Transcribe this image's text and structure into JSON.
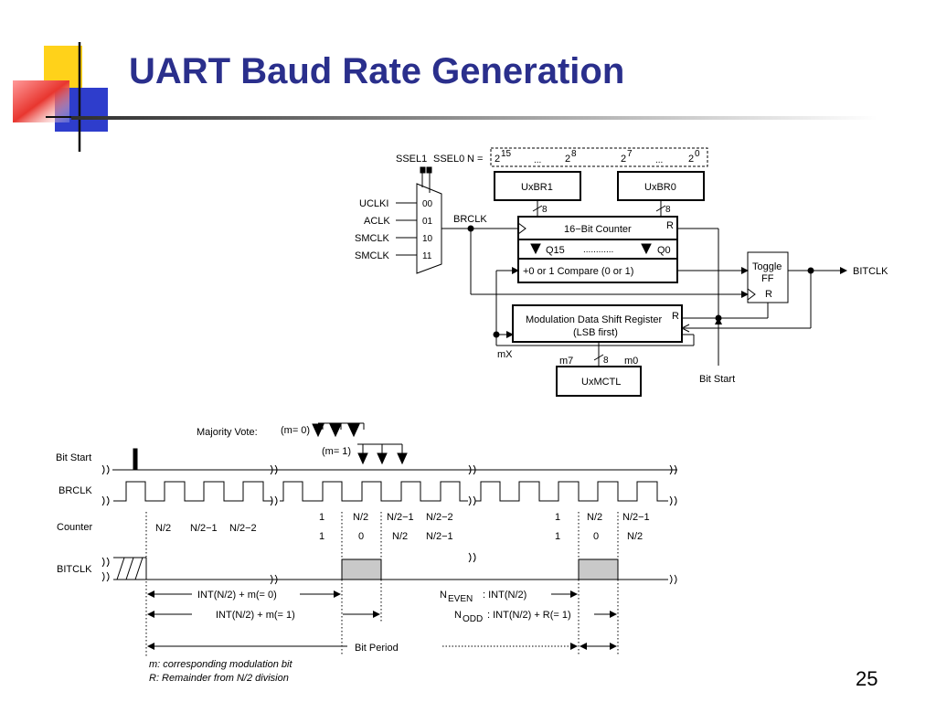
{
  "slide": {
    "title": "UART Baud Rate Generation",
    "page_number": "25",
    "colors": {
      "title": "#2a2f8c",
      "logo_yellow": "#ffd21a",
      "logo_red": "#e8362f",
      "logo_blue": "#2e3dcc"
    }
  },
  "block_diagram": {
    "ssel1": "SSEL1",
    "ssel0": "SSEL0",
    "n_eq": "N =",
    "n_bits": {
      "b15_base": "2",
      "b15_exp": "15",
      "dots1": "...",
      "b8_base": "2",
      "b8_exp": "8",
      "b7_base": "2",
      "b7_exp": "7",
      "dots2": "...",
      "b0_base": "2",
      "b0_exp": "0"
    },
    "mux_inputs": [
      {
        "label": "UCLKI",
        "code": "00"
      },
      {
        "label": "ACLK",
        "code": "01"
      },
      {
        "label": "SMCLK",
        "code": "10"
      },
      {
        "label": "SMCLK",
        "code": "11"
      }
    ],
    "brclk": "BRCLK",
    "uxbr1": "UxBR1",
    "uxbr0": "UxBR0",
    "bus8": "8",
    "counter": "16−Bit Counter",
    "r": "R",
    "q15": "Q15",
    "dots": "............",
    "q0": "Q0",
    "compare": "+0 or 1 Compare (0 or 1)",
    "toggle": {
      "line1": "Toggle",
      "line2": "FF",
      "r": "R"
    },
    "bitclk": "BITCLK",
    "mod_register": {
      "line1": "Modulation Data Shift Register",
      "line2": "(LSB first)",
      "r": "R"
    },
    "mx": "mX",
    "m7": "m7",
    "m0": "m0",
    "uxmctl": "UxMCTL",
    "bit_start": "Bit Start"
  },
  "timing_diagram": {
    "majority_vote": "Majority Vote:",
    "m0": "(m= 0)",
    "m1": "(m= 1)",
    "row_labels": [
      "Bit Start",
      "BRCLK",
      "Counter",
      "BITCLK"
    ],
    "counter_row1": [
      "N/2",
      "N/2−1",
      "N/2−2",
      "1",
      "N/2",
      "N/2−1",
      "N/2−2",
      "1",
      "N/2",
      "N/2−1"
    ],
    "counter_row2": [
      "1",
      "0",
      "N/2",
      "N/2−1",
      "1",
      "0",
      "N/2"
    ],
    "annotations": {
      "int_m0": "INT(N/2) + m(= 0)",
      "int_m1": "INT(N/2) + m(= 1)",
      "n_even_base": "N",
      "n_even_sub": "EVEN",
      "n_even_rest": ": INT(N/2)",
      "n_odd_base": "N",
      "n_odd_sub": "ODD",
      "n_odd_rest": " : INT(N/2) + R(= 1)",
      "bit_period": "Bit Period"
    },
    "notes": [
      "m: corresponding modulation bit",
      "R: Remainder from N/2 division"
    ]
  }
}
